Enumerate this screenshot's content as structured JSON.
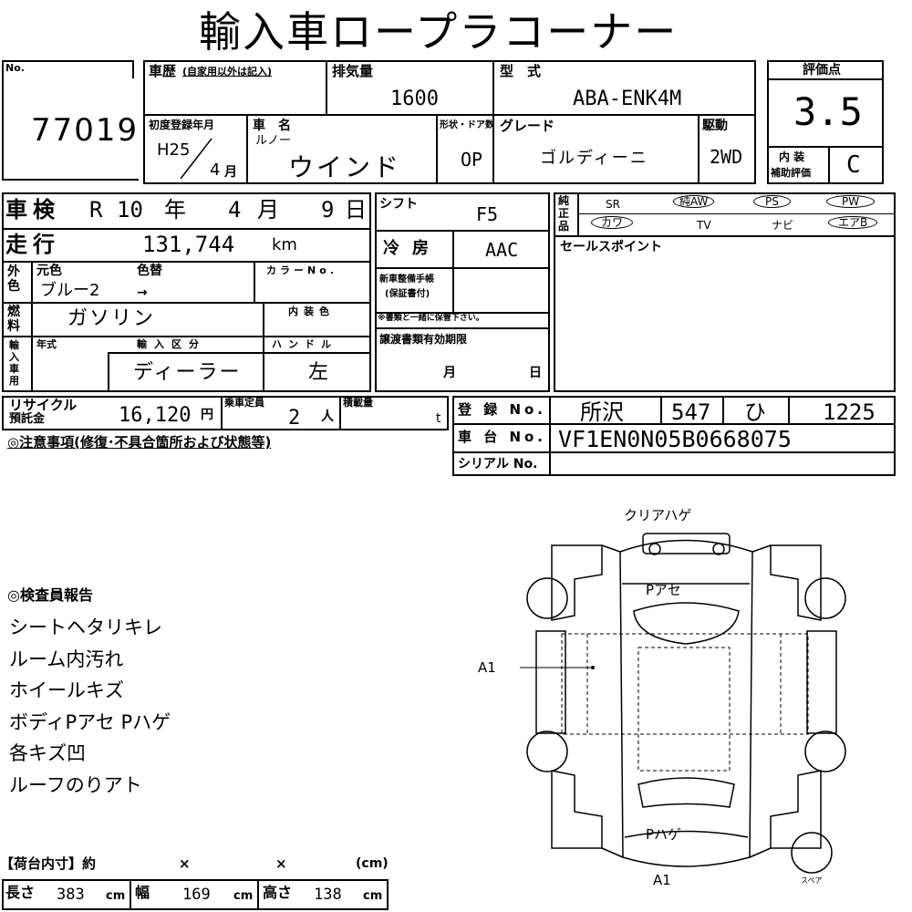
{
  "title": "輸入車ロープラコーナー",
  "header": {
    "no_label": "No.",
    "no_value": "77019",
    "history_label": "車歴",
    "history_note": "(自家用以外は記入)",
    "displacement_label": "排気量",
    "displacement_value": "1600",
    "model_label": "型　式",
    "model_value": "ABA-ENK4M",
    "grade_label": "評価点",
    "grade_value": "3.5",
    "first_reg_label": "初度登録年月",
    "first_reg_year": "H25",
    "first_reg_month": "4",
    "month_unit": "月",
    "car_name_label": "車　名",
    "maker": "ルノー",
    "car_name": "ウインド",
    "shape_label": "形状・ドア数",
    "shape_value": "OP",
    "grade_name_label": "グレード",
    "grade_name_value": "ゴルディーニ",
    "drive_label": "駆動",
    "drive_value": "2WD",
    "interior_label_1": "内 装",
    "interior_label_2": "補助評価",
    "interior_value": "C"
  },
  "inspection": {
    "label": "車検",
    "era": "R",
    "year": "10",
    "year_unit": "年",
    "month": "4",
    "month_unit": "月",
    "day": "9",
    "day_unit": "日"
  },
  "mileage": {
    "label": "走行",
    "value": "131,744",
    "unit": "km"
  },
  "color": {
    "side_label": "外色",
    "orig_label": "元色",
    "change_label": "色替",
    "color_no_label": "カラーNo.",
    "value": "ブルー2",
    "arrow": "→"
  },
  "fuel": {
    "side_label": "燃料",
    "value": "ガソリン",
    "interior_color_label": "内装色"
  },
  "import": {
    "side_label": "輸入車用",
    "year_label": "年式",
    "type_label": "輸入区分",
    "type_value": "ディーラー",
    "handle_label": "ハンドル",
    "handle_value": "左"
  },
  "recycle": {
    "label_1": "リサイクル",
    "label_2": "預託金",
    "value": "16,120",
    "unit": "円",
    "capacity_label": "乗車定員",
    "capacity_value": "2",
    "capacity_unit": "人",
    "load_label": "積載量",
    "load_unit": "t"
  },
  "notice": "◎注意事項(修復･不具合箇所および状態等)",
  "shift": {
    "label": "シフト",
    "value": "F5"
  },
  "aircon": {
    "label": "冷房",
    "value": "AAC"
  },
  "maintenance": {
    "label_1": "新車整備手帳",
    "label_2": "(保証書付)",
    "note": "※書類と一緒に保管下さい。"
  },
  "transfer": {
    "label": "譲渡書類有効期限",
    "month_unit": "月",
    "day_unit": "日"
  },
  "registration": {
    "reg_label": "登 録 No.",
    "reg_area": "所沢",
    "reg_class": "547",
    "reg_kana": "ひ",
    "reg_number": "1225",
    "chassis_label": "車 台 No.",
    "chassis_value": "VF1EN0N05B0668075",
    "serial_label": "シリアル No."
  },
  "equipment": {
    "side_label": "純正品",
    "items_row1": [
      "SR",
      "純AW",
      "PS",
      "PW"
    ],
    "items_row2": [
      "カワ",
      "TV",
      "ナビ",
      "エアB"
    ],
    "circled": [
      "純AW",
      "PS",
      "PW",
      "カワ",
      "エアB"
    ]
  },
  "sales_point": {
    "label": "セールスポイント"
  },
  "report": {
    "heading": "◎検査員報告",
    "lines": [
      "シートヘタリキレ",
      "ルーム内汚れ",
      "ホイールキズ",
      "ボディPアセ Pハゲ",
      "各キズ凹",
      "ルーフのりアト"
    ]
  },
  "cargo": {
    "heading": "【荷台内寸】約",
    "x": "×",
    "unit_paren": "(cm)",
    "length_label": "長さ",
    "length_value": "383",
    "width_label": "幅",
    "width_value": "169",
    "height_label": "高さ",
    "height_value": "138",
    "unit": "cm"
  },
  "diagram": {
    "top_note": "クリアハゲ",
    "hood_note": "Pアセ",
    "side_note": "A1",
    "rear_note": "Pハゲ",
    "bottom_note": "A1",
    "spare_label": "スペア"
  }
}
